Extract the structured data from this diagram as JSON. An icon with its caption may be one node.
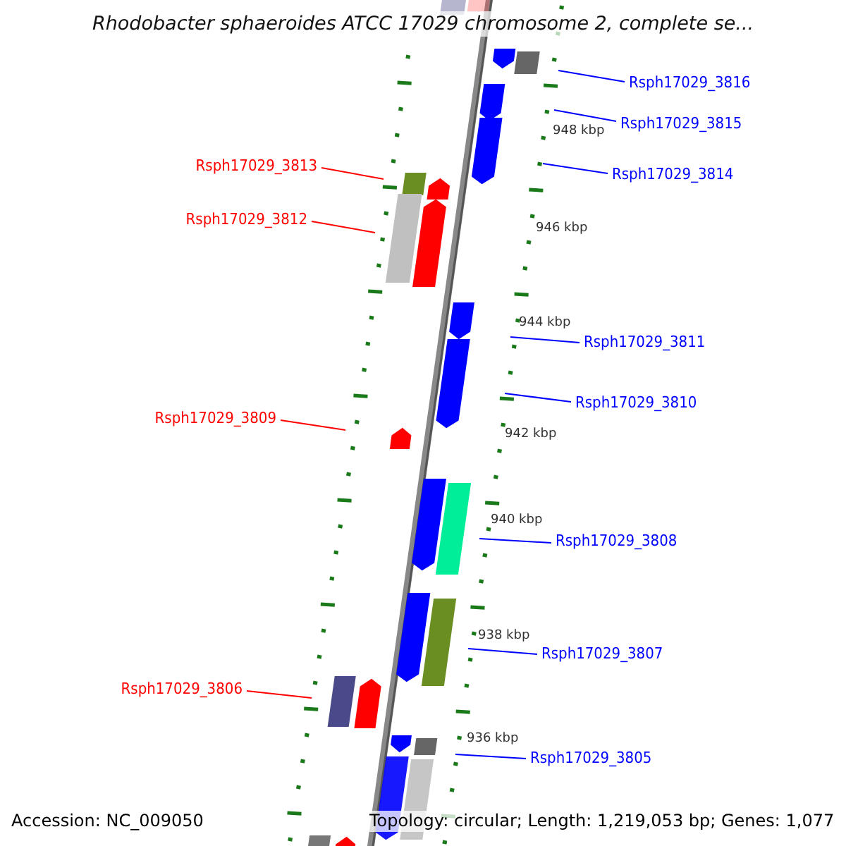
{
  "diagram": {
    "title": "Rhodobacter sphaeroides ATCC 17029 chromosome 2, complete se...",
    "nodes": [
      {
        "text": [
          "Rsph17029_3816"
        ]
      },
      {
        "text": [
          "Rsph17029_3815"
        ]
      },
      {
        "text": [
          "Rsph17029_3814"
        ]
      },
      {
        "text": [
          "Rsph17029_3813"
        ]
      },
      {
        "text": [
          "Rsph17029_3812"
        ]
      },
      {
        "text": [
          "Rsph17029_3811"
        ]
      },
      {
        "text": [
          "Rsph17029_3810"
        ]
      },
      {
        "text": [
          "Rsph17029_3809"
        ]
      },
      {
        "text": [
          "Rsph17029_3808"
        ]
      },
      {
        "text": [
          "Rsph17029_3807"
        ]
      },
      {
        "text": [
          "Rsph17029_3806"
        ]
      },
      {
        "text": [
          "Rsph17029_3805"
        ]
      }
    ],
    "edges": [
      {
        "from": 0,
        "to": null,
        "arrow": "none"
      },
      {
        "from": 1,
        "to": null,
        "arrow": "none"
      },
      {
        "from": 2,
        "to": null,
        "arrow": "none"
      },
      {
        "from": 3,
        "to": null,
        "arrow": "none",
        "color": "#ff0000"
      },
      {
        "from": 4,
        "to": null,
        "arrow": "none",
        "color": "#ff0000"
      },
      {
        "from": 5,
        "to": null,
        "arrow": "none"
      },
      {
        "from": 6,
        "to": null,
        "arrow": "none"
      },
      {
        "from": 7,
        "to": null,
        "arrow": "none",
        "color": "#ff0000"
      },
      {
        "from": 8,
        "to": null,
        "arrow": "none"
      },
      {
        "from": 9,
        "to": null,
        "arrow": "none"
      },
      {
        "from": 10,
        "to": null,
        "arrow": "none",
        "color": "#ff0000"
      },
      {
        "from": 11,
        "to": null,
        "arrow": "none"
      }
    ],
    "labels": [
      "948 kbp",
      "946 kbp",
      "944 kbp",
      "942 kbp",
      "940 kbp",
      "938 kbp",
      "936 kbp",
      "Accession: NC_009050",
      "Topology: circular; Length: 1,219,053 bp; Genes: 1,077"
    ]
  }
}
